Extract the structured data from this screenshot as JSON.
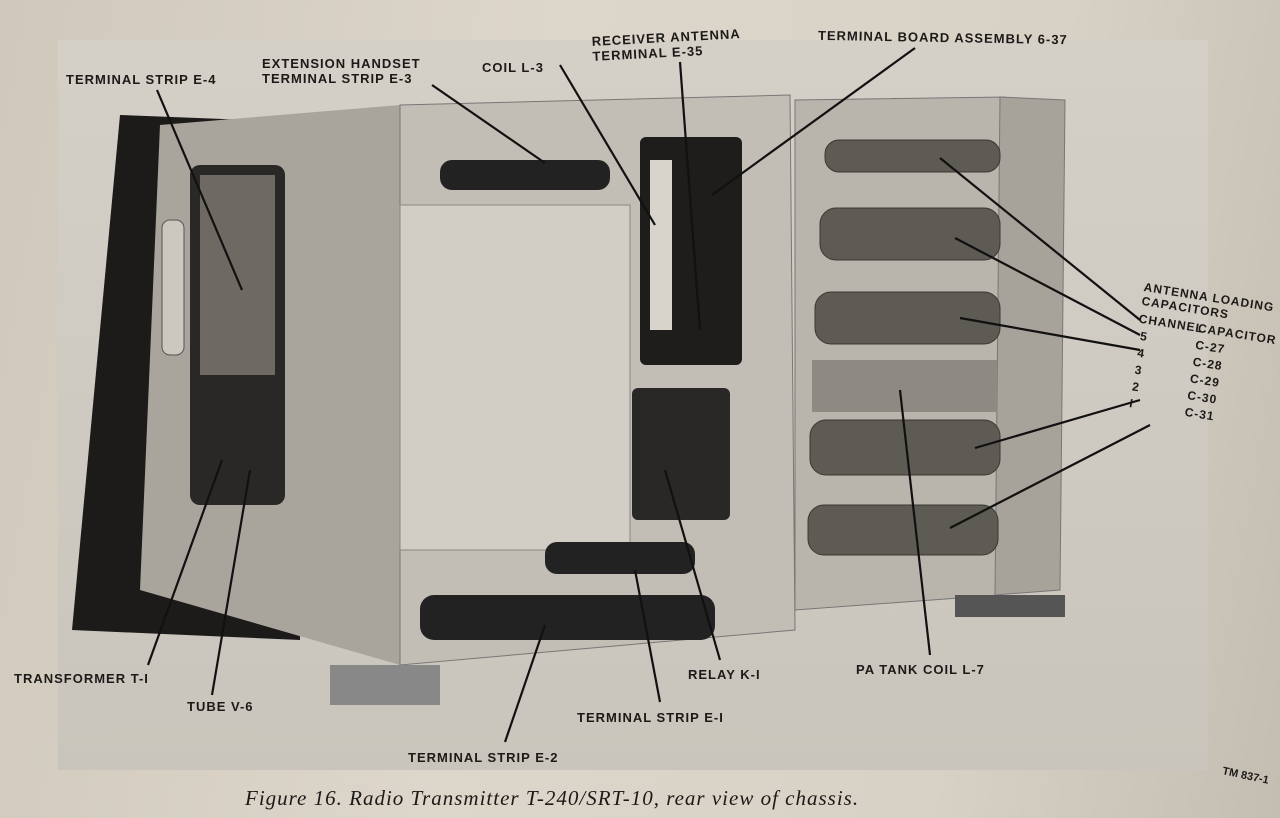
{
  "labels": {
    "terminal_strip_e4": "TERMINAL STRIP E-4",
    "extension_handset_1": "EXTENSION HANDSET",
    "extension_handset_2": "TERMINAL STRIP E-3",
    "coil_l3": "COIL L-3",
    "receiver_antenna_1": "RECEIVER ANTENNA",
    "receiver_antenna_2": "TERMINAL E-35",
    "terminal_board": "TERMINAL BOARD ASSEMBLY 6-37",
    "transformer": "TRANSFORMER T-I",
    "tube": "TUBE V-6",
    "terminal_strip_e2": "TERMINAL STRIP E-2",
    "terminal_strip_e1": "TERMINAL STRIP E-I",
    "relay": "RELAY K-I",
    "pa_tank_coil": "PA TANK COIL L-7"
  },
  "capacitor_table": {
    "title_1": "ANTENNA LOADING",
    "title_2": "CAPACITORS",
    "col_channel": "CHANNEL",
    "col_capacitor": "CAPACITOR",
    "rows": [
      {
        "channel": "5",
        "capacitor": "C-27"
      },
      {
        "channel": "4",
        "capacitor": "C-28"
      },
      {
        "channel": "3",
        "capacitor": "C-29"
      },
      {
        "channel": "2",
        "capacitor": "C-30"
      },
      {
        "channel": "I",
        "capacitor": "C-31"
      }
    ]
  },
  "caption": "Figure 16.  Radio Transmitter T-240/SRT-10, rear view of chassis.",
  "tm_number": "TM 837-1"
}
